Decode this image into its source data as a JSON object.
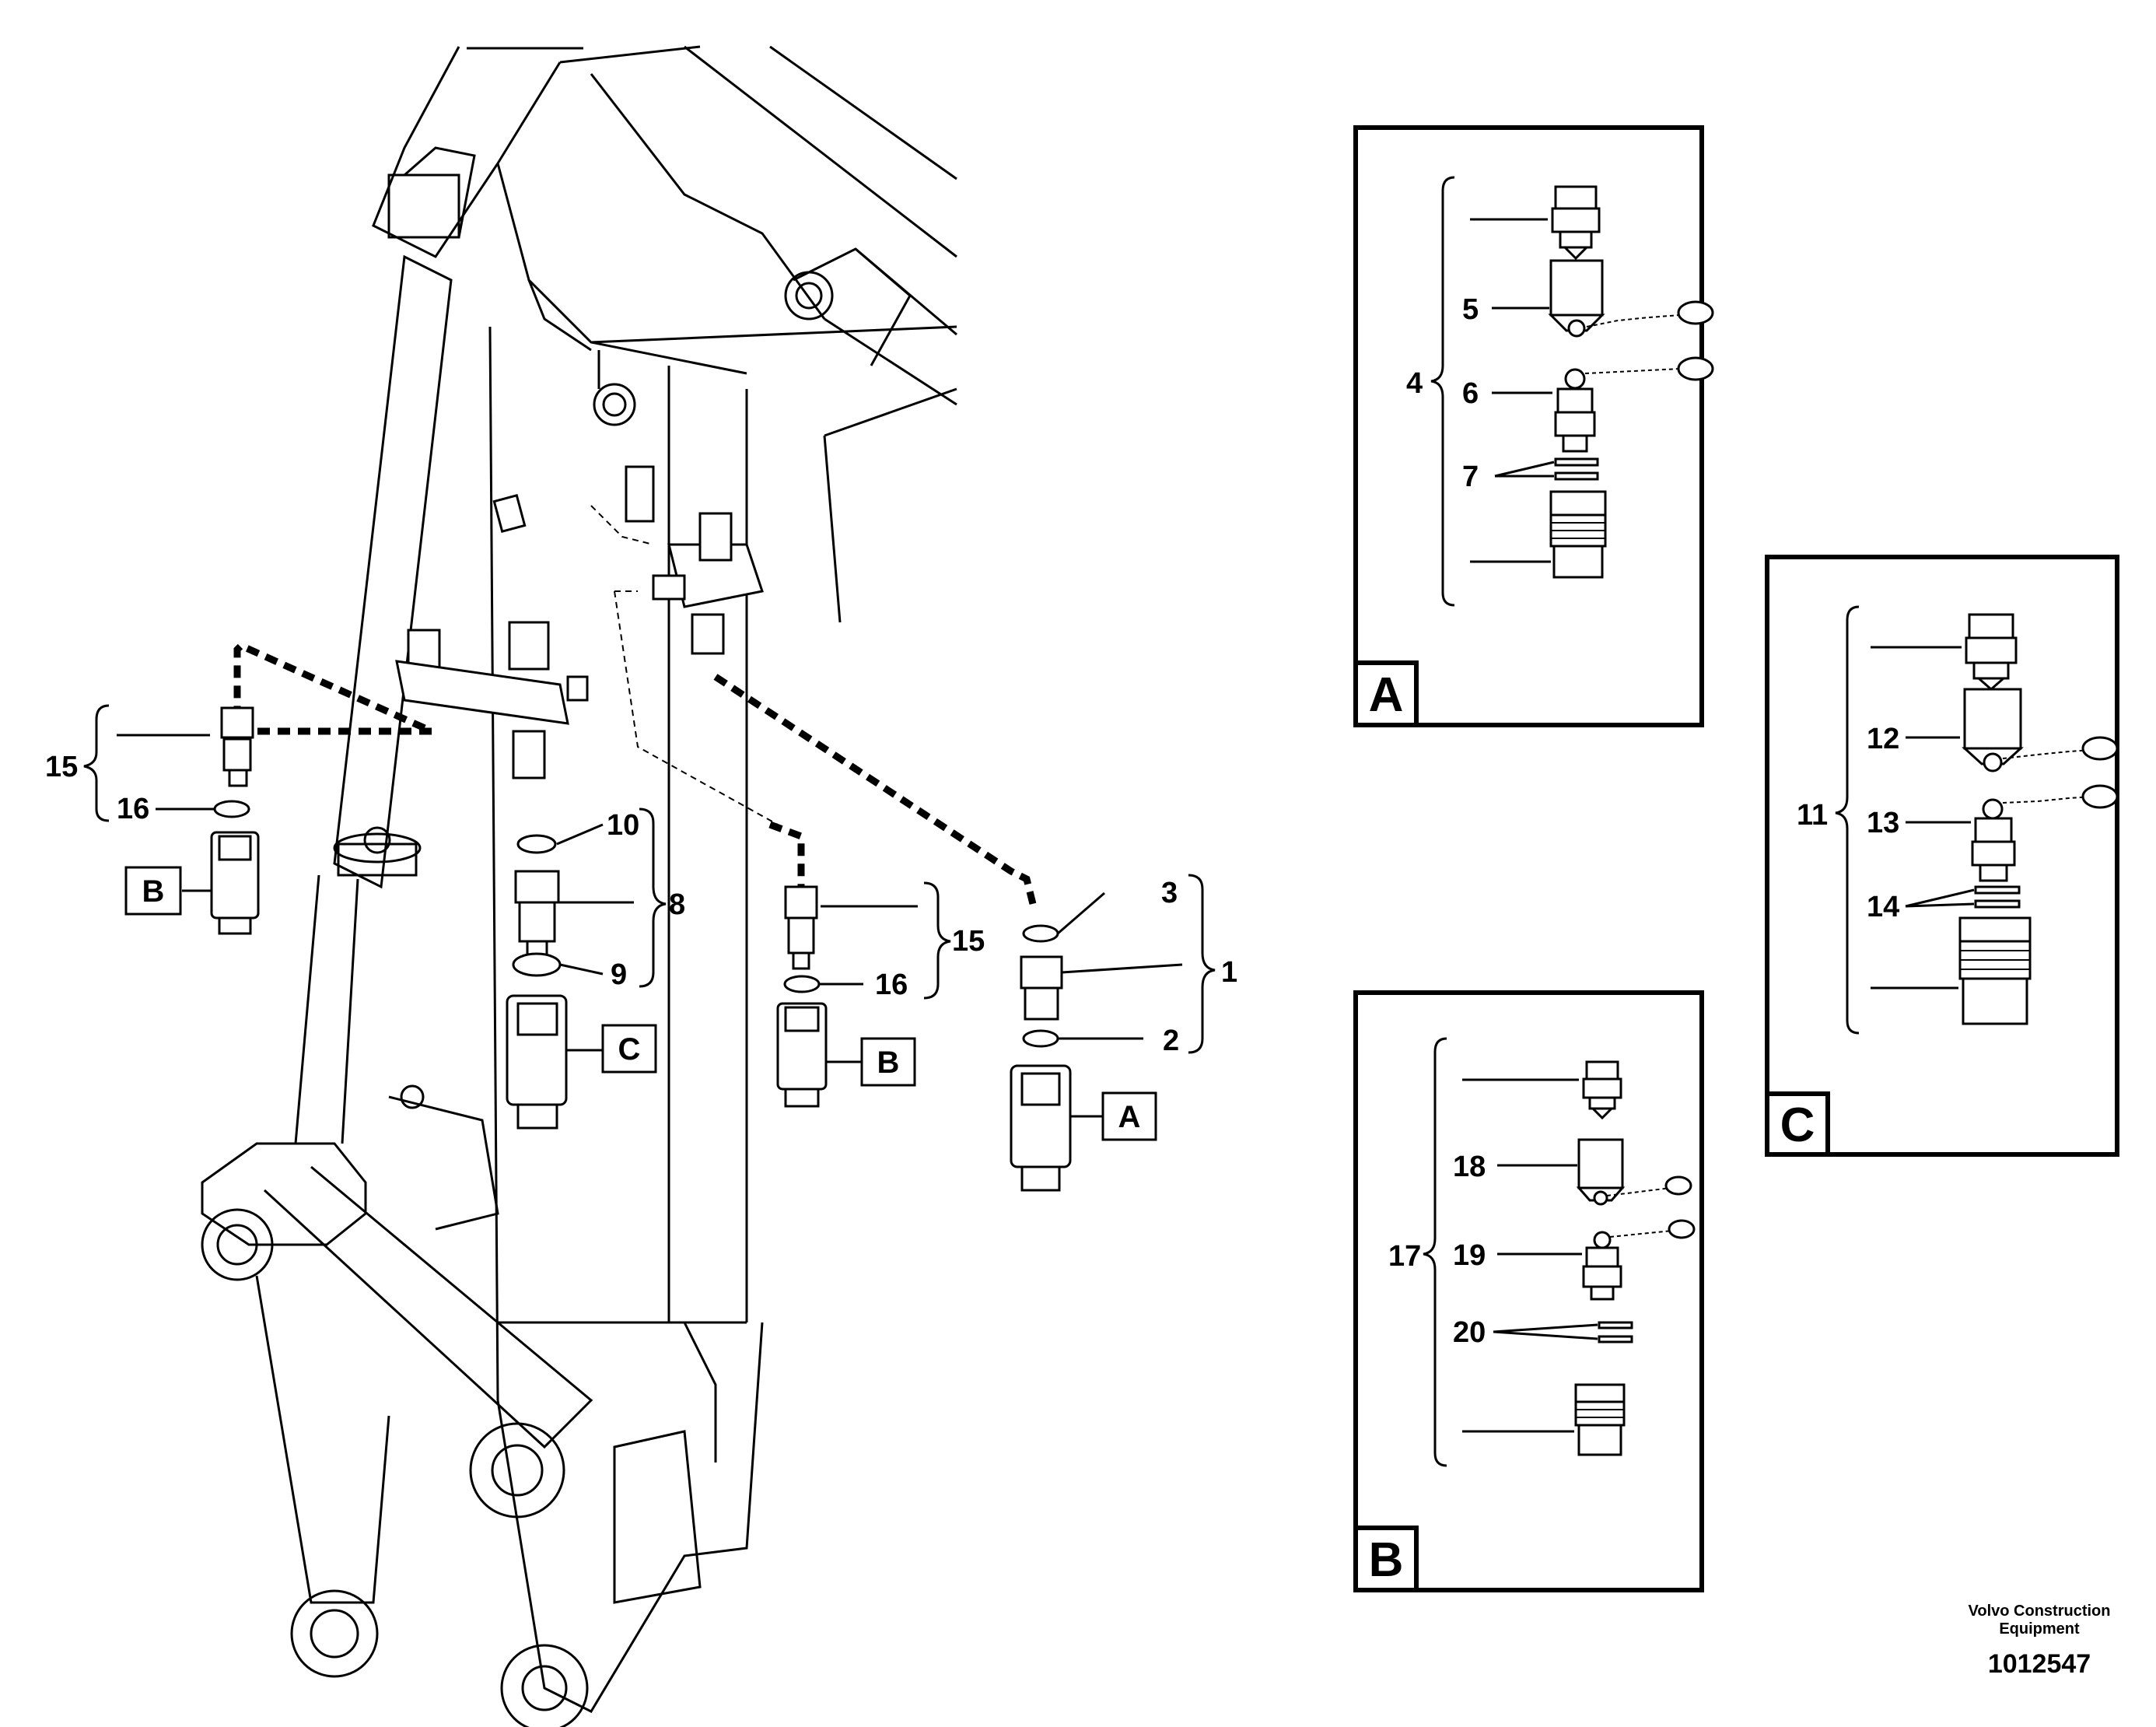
{
  "figure": {
    "manufacturer": "Volvo Construction Equipment",
    "manufacturer_line1": "Volvo Construction",
    "manufacturer_line2": "Equipment",
    "drawing_number": "1012547"
  },
  "main_callouts": {
    "c1": "1",
    "c2": "2",
    "c3": "3",
    "c8": "8",
    "c9": "9",
    "c10": "10",
    "c15_left": "15",
    "c16_left": "16",
    "c15_mid": "15",
    "c16_mid": "16"
  },
  "reference_boxes": {
    "left": "B",
    "center_left": "C",
    "center_right": "B",
    "right": "A"
  },
  "detail_panels": {
    "A": {
      "label": "A",
      "group": "4",
      "items": [
        "5",
        "6",
        "7"
      ]
    },
    "B": {
      "label": "B",
      "group": "17",
      "items": [
        "18",
        "19",
        "20"
      ]
    },
    "C": {
      "label": "C",
      "group": "11",
      "items": [
        "12",
        "13",
        "14"
      ]
    }
  }
}
